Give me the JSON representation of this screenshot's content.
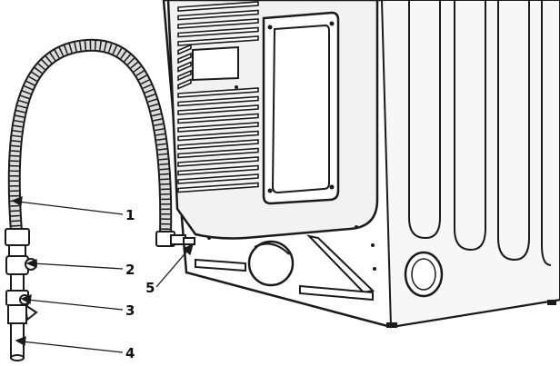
{
  "diagram": {
    "callouts": [
      {
        "id": "1",
        "label": "1"
      },
      {
        "id": "2",
        "label": "2"
      },
      {
        "id": "3",
        "label": "3"
      },
      {
        "id": "4",
        "label": "4"
      },
      {
        "id": "5",
        "label": "5"
      }
    ],
    "colors": {
      "stroke": "#1a1a1a",
      "panel_fill": "#f2f2f2",
      "cabinet_fill": "#ffffff",
      "hose_fill": "#dcdcdc"
    }
  }
}
